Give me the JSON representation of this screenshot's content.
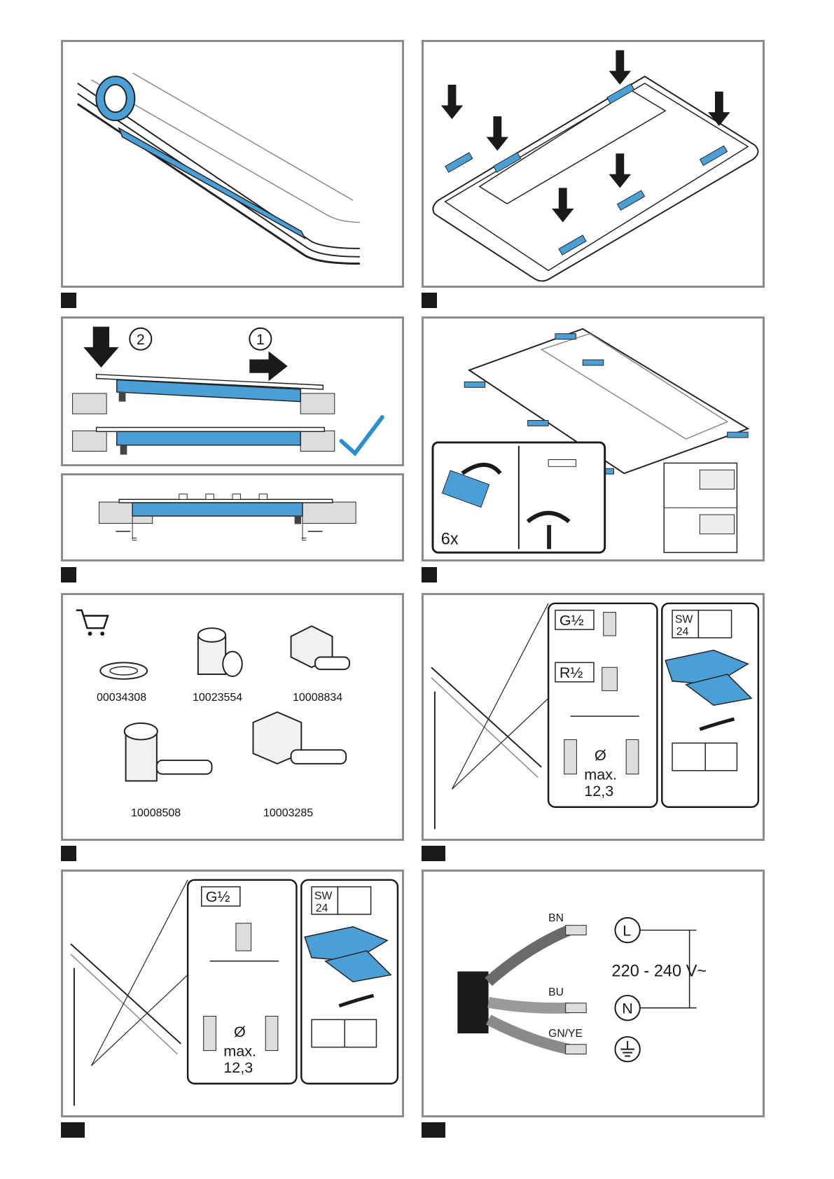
{
  "colors": {
    "accent": "#4a9fd6",
    "frame": "#8c8c8c",
    "ink": "#1a1a1a",
    "check": "#2a8fd0"
  },
  "panel_b": {
    "step_one": "1",
    "step_two": "2"
  },
  "panel_d": {
    "count": "6x"
  },
  "panel_e": {
    "cart_icon": "shopping-cart-icon",
    "parts": [
      "00034308",
      "10023554",
      "10008834",
      "10008508",
      "10003285"
    ]
  },
  "panel_f": {
    "thread_g": "G½",
    "thread_r": "R½",
    "diameter_symbol": "Ø",
    "max_label": "max.",
    "max_value": "12,3",
    "wrench_size_label": "SW",
    "wrench_size": "24"
  },
  "panel_g": {
    "thread_g": "G½",
    "diameter_symbol": "Ø",
    "max_label": "max.",
    "max_value": "12,3",
    "wrench_size_label": "SW",
    "wrench_size": "24"
  },
  "panel_h": {
    "wire_brown": "BN",
    "wire_blue": "BU",
    "wire_earth": "GN/YE",
    "terminal_l": "L",
    "terminal_n": "N",
    "voltage": "220 - 240 V~"
  }
}
